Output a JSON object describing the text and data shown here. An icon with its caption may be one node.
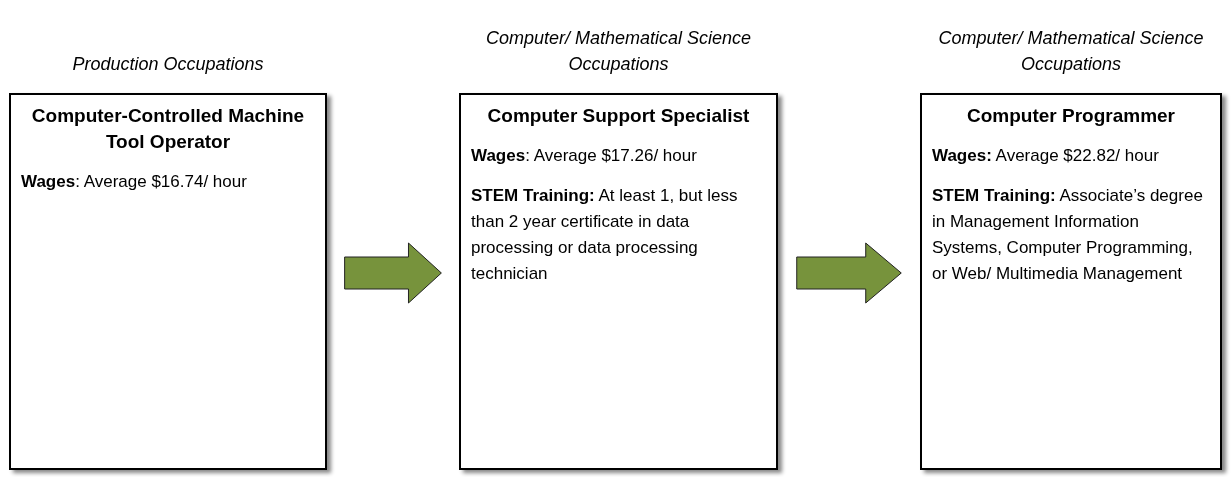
{
  "diagram": {
    "nodes": [
      {
        "text": [
          "Production Occupations",
          "Computer-Controlled Machine Tool Operator",
          "**Wages**: Average $16.74/ hour"
        ]
      },
      {
        "text": [
          "Computer/ Mathematical Science Occupations",
          "Computer Support Specialist",
          "**Wages**: Average $17.26/ hour",
          "**STEM Training:** At least 1, but less than 2 year certificate in data processing or data processing technician"
        ]
      },
      {
        "text": [
          "Computer/ Mathematical Science Occupations",
          "Computer Programmer",
          "**Wages:** Average $22.82/ hour",
          "**STEM Training:** Associate’s degree in Management Information Systems, Computer Programming, or Web/ Multimedia Management"
        ]
      }
    ],
    "edges": [
      {
        "from": 0,
        "to": 1,
        "arrow": "to",
        "color": "#77933c"
      },
      {
        "from": 1,
        "to": 2,
        "arrow": "to",
        "color": "#77933c"
      }
    ]
  }
}
